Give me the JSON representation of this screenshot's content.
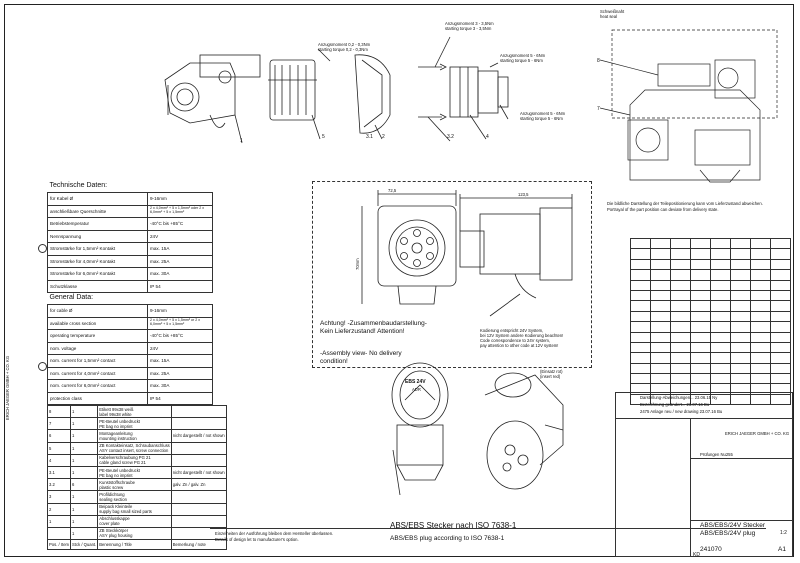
{
  "top_annotations": {
    "torque1": "Anzugsmoment 0,2 - 0,3Nm",
    "torque1_en": "starting torque 0,2 - 0,3Nm",
    "torque2": "Anzugsmoment 3 - 3,5Nm",
    "torque2_en": "starting torque 3 - 3,5Nm",
    "torque3": "Anzugsmoment 5 - 6Nm",
    "torque3_en": "starting torque 5 - 6Nm",
    "torque4": "Anzugsmoment 5 - 6Nm",
    "torque4_en": "starting torque 5 - 6Nm",
    "seal": "Schweißnaht",
    "seal_en": "heat seal",
    "callouts": [
      "1",
      "5",
      "3.1",
      "2",
      "3.2",
      "4",
      "8",
      "7"
    ]
  },
  "tech_de": {
    "title": "Technische Daten:",
    "rows": [
      [
        "für Kabel Ø",
        "9-16mm"
      ],
      [
        "anschließbare Querschnitte",
        "2 x 4,0mm² + 5 x 1,5mm² oder 2 x 6,0mm² + 5 x 1,5mm²"
      ],
      [
        "Betriebstemperatur",
        "-40°C bis +85°C"
      ],
      [
        "Nennspannung",
        "24V"
      ],
      [
        "Stromstärke für 1,5mm² Kontakt",
        "max. 15A"
      ],
      [
        "Stromstärke für 4,0mm² Kontakt",
        "max. 25A"
      ],
      [
        "Stromstärke für 6,0mm² Kontakt",
        "max. 30A"
      ],
      [
        "Schutzklasse",
        "IP 54"
      ]
    ]
  },
  "tech_en": {
    "title": "General Data:",
    "rows": [
      [
        "for cable Ø",
        "9-16mm"
      ],
      [
        "available cross section",
        "2 x 4,0mm² + 5 x 1,5mm² or 2 x 6,0mm² + 5 x 1,5mm²"
      ],
      [
        "operating temperature",
        "-40°C bis +85°C"
      ],
      [
        "nom. voltage",
        "24V"
      ],
      [
        "nom. current for 1,5mm² contact",
        "max. 15A"
      ],
      [
        "nom. current for 4,0mm² contact",
        "max. 25A"
      ],
      [
        "nom. current for 6,0mm² contact",
        "max. 30A"
      ],
      [
        "protection class",
        "IP 54"
      ]
    ]
  },
  "parts": {
    "rows": [
      [
        "8",
        "1",
        "Etikett 99x38 weiß",
        "label 99x38 white",
        ""
      ],
      [
        "7",
        "1",
        "PE-Beutel unbedruckt",
        "PE bag no imprint",
        ""
      ],
      [
        "6",
        "1",
        "Montageanleitung",
        "mounting instruction",
        "nicht dargestellt / not shown"
      ],
      [
        "5",
        "1",
        "ZB Kontakteinsatz, Schraubanschluss",
        "ASY contact insert, screw connection",
        ""
      ],
      [
        "4",
        "1",
        "Kabelverschraubung PG 21",
        "cable gland screw PG 21",
        ""
      ],
      [
        "3.1",
        "1",
        "PE-Beutel unbedruckt",
        "PE bag no imprint",
        "nicht dargestellt / not shown"
      ],
      [
        "3.2",
        "6",
        "Kunststoffschraube",
        "plastic screw",
        "galv. Zn / galv. Zn"
      ],
      [
        "3",
        "1",
        "Profildichtung",
        "sealing section",
        ""
      ],
      [
        "2",
        "1",
        "Beipack Kleinteile",
        "supply bag small sized parts",
        ""
      ],
      [
        "1",
        "1",
        "Abschlusskappe",
        "cover plate",
        ""
      ],
      [
        "",
        "1",
        "ZB Steckkörper",
        "ASY plug housing",
        ""
      ]
    ],
    "footer": [
      "Pos. / Item",
      "Stck / Quant.",
      "Benennung / Title",
      "Bemerkung / note"
    ]
  },
  "views": {
    "dim_w1": "72,5",
    "dim_w2": "123,5",
    "dim_h": "70mm",
    "state_de": "Achtung! -Zusammenbaudarstellung- Kein Lieferzustand! Attention!",
    "state_en": "-Assembly view- No delivery condition!",
    "coding": "Kodierung entspricht 24V System,",
    "coding2": "bei 12V System andere Kodierung beachten!",
    "coding3": "Code correspondence to 24V system,",
    "coding4": "pay attention to other code at 12V system!",
    "label_top": "EBS 24V",
    "label_mid": "ADR",
    "insert": "(Einsatz rot)",
    "insert_en": "(insert red)",
    "view_note_de": "Die bildliche Darstellung der Teilepositionierung kann vom Lieferzustand abweichen.",
    "view_note_en": "Portrayal of the part position can deviate from delivery state."
  },
  "title_block": {
    "main_de": "ABS/EBS Stecker nach ISO 7638-1",
    "main_en": "ABS/EBS plug according to ISO 7638-1",
    "name_de": "ABS/EBS/24V Stecker",
    "name_en": "ABS/EBS/24V plug",
    "number": "241070",
    "sheet": "A1",
    "rev": "KD",
    "scale": "1:2",
    "company": "ERICH JAEGER GMBH + CO. KG",
    "note_de": "Einzelheiten der Ausführung bleiben dem Hersteller überlassen.",
    "note_en": "Details of design let to manufacturer's option.",
    "approved": "Prüfungen Nu255",
    "rev_rows": [
      "Darstellung-Abweichungen... 23.06.15 Ny",
      "Bezeichnung geändert... 23.07.16 Bu",
      "2475 Anlage neu / new drawing 23.07.16 Bu"
    ]
  },
  "margin": {
    "left_text": "ERICH JAEGER GMBH + CO. KG"
  }
}
